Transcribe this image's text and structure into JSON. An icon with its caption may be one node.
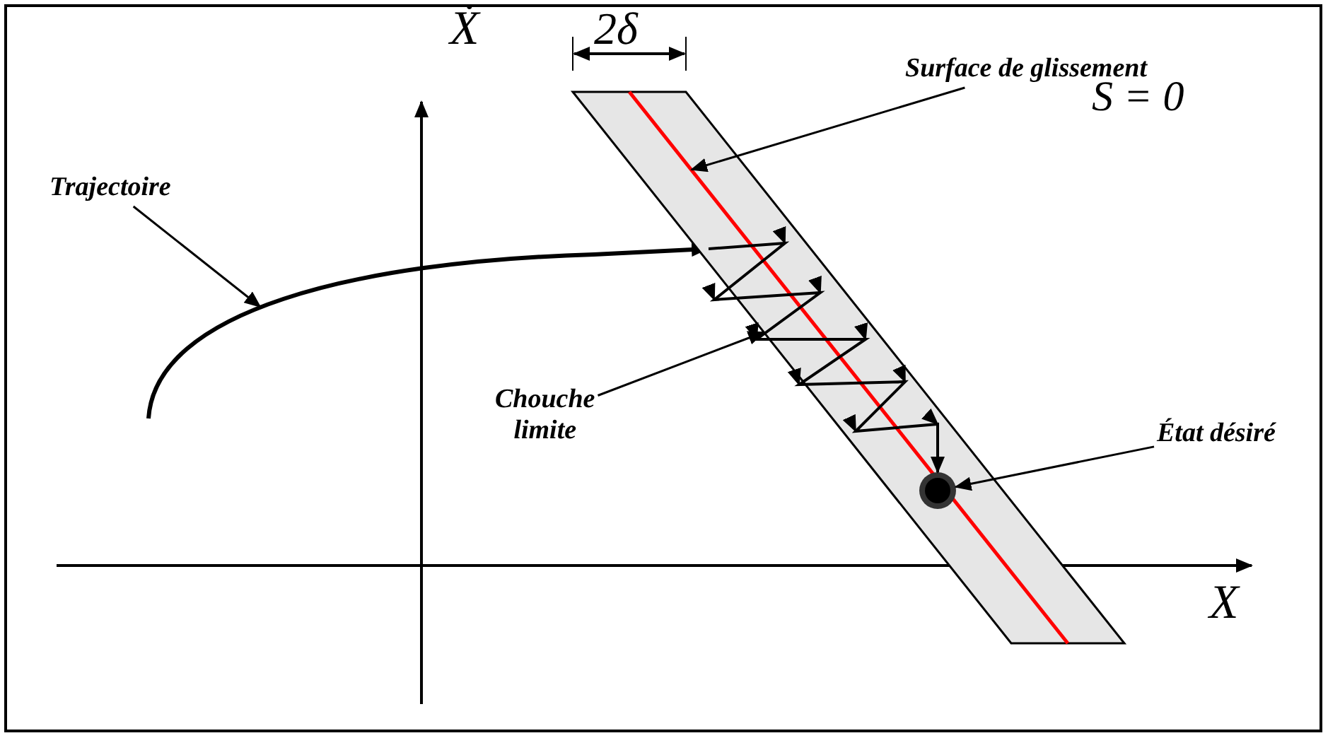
{
  "diagram": {
    "nodes": [
      {
        "text": [
          "Trajectoire"
        ]
      },
      {
        "text": [],
        "shape": "line"
      },
      {
        "text": [
          "Surface de glissement"
        ]
      },
      {
        "text": [],
        "shape": "box"
      },
      {
        "text": [],
        "shape": "line",
        "in": 3
      },
      {
        "text": [
          "Chouche limite"
        ]
      },
      {
        "text": [
          "État désiré"
        ]
      },
      {
        "text": [],
        "shape": "circle",
        "in": 4
      }
    ],
    "edges": [
      {
        "from": 0,
        "to": 1,
        "arrow": "to"
      },
      {
        "from": 2,
        "to": 4,
        "arrow": "to"
      },
      {
        "from": 5,
        "to": 3,
        "arrow": "to"
      },
      {
        "from": 6,
        "to": 7,
        "arrow": "to"
      },
      {
        "from": 1,
        "to": 7,
        "arrow": "to"
      }
    ],
    "labels": [
      "2δ",
      "Ẋ",
      "S = 0",
      "X"
    ]
  }
}
